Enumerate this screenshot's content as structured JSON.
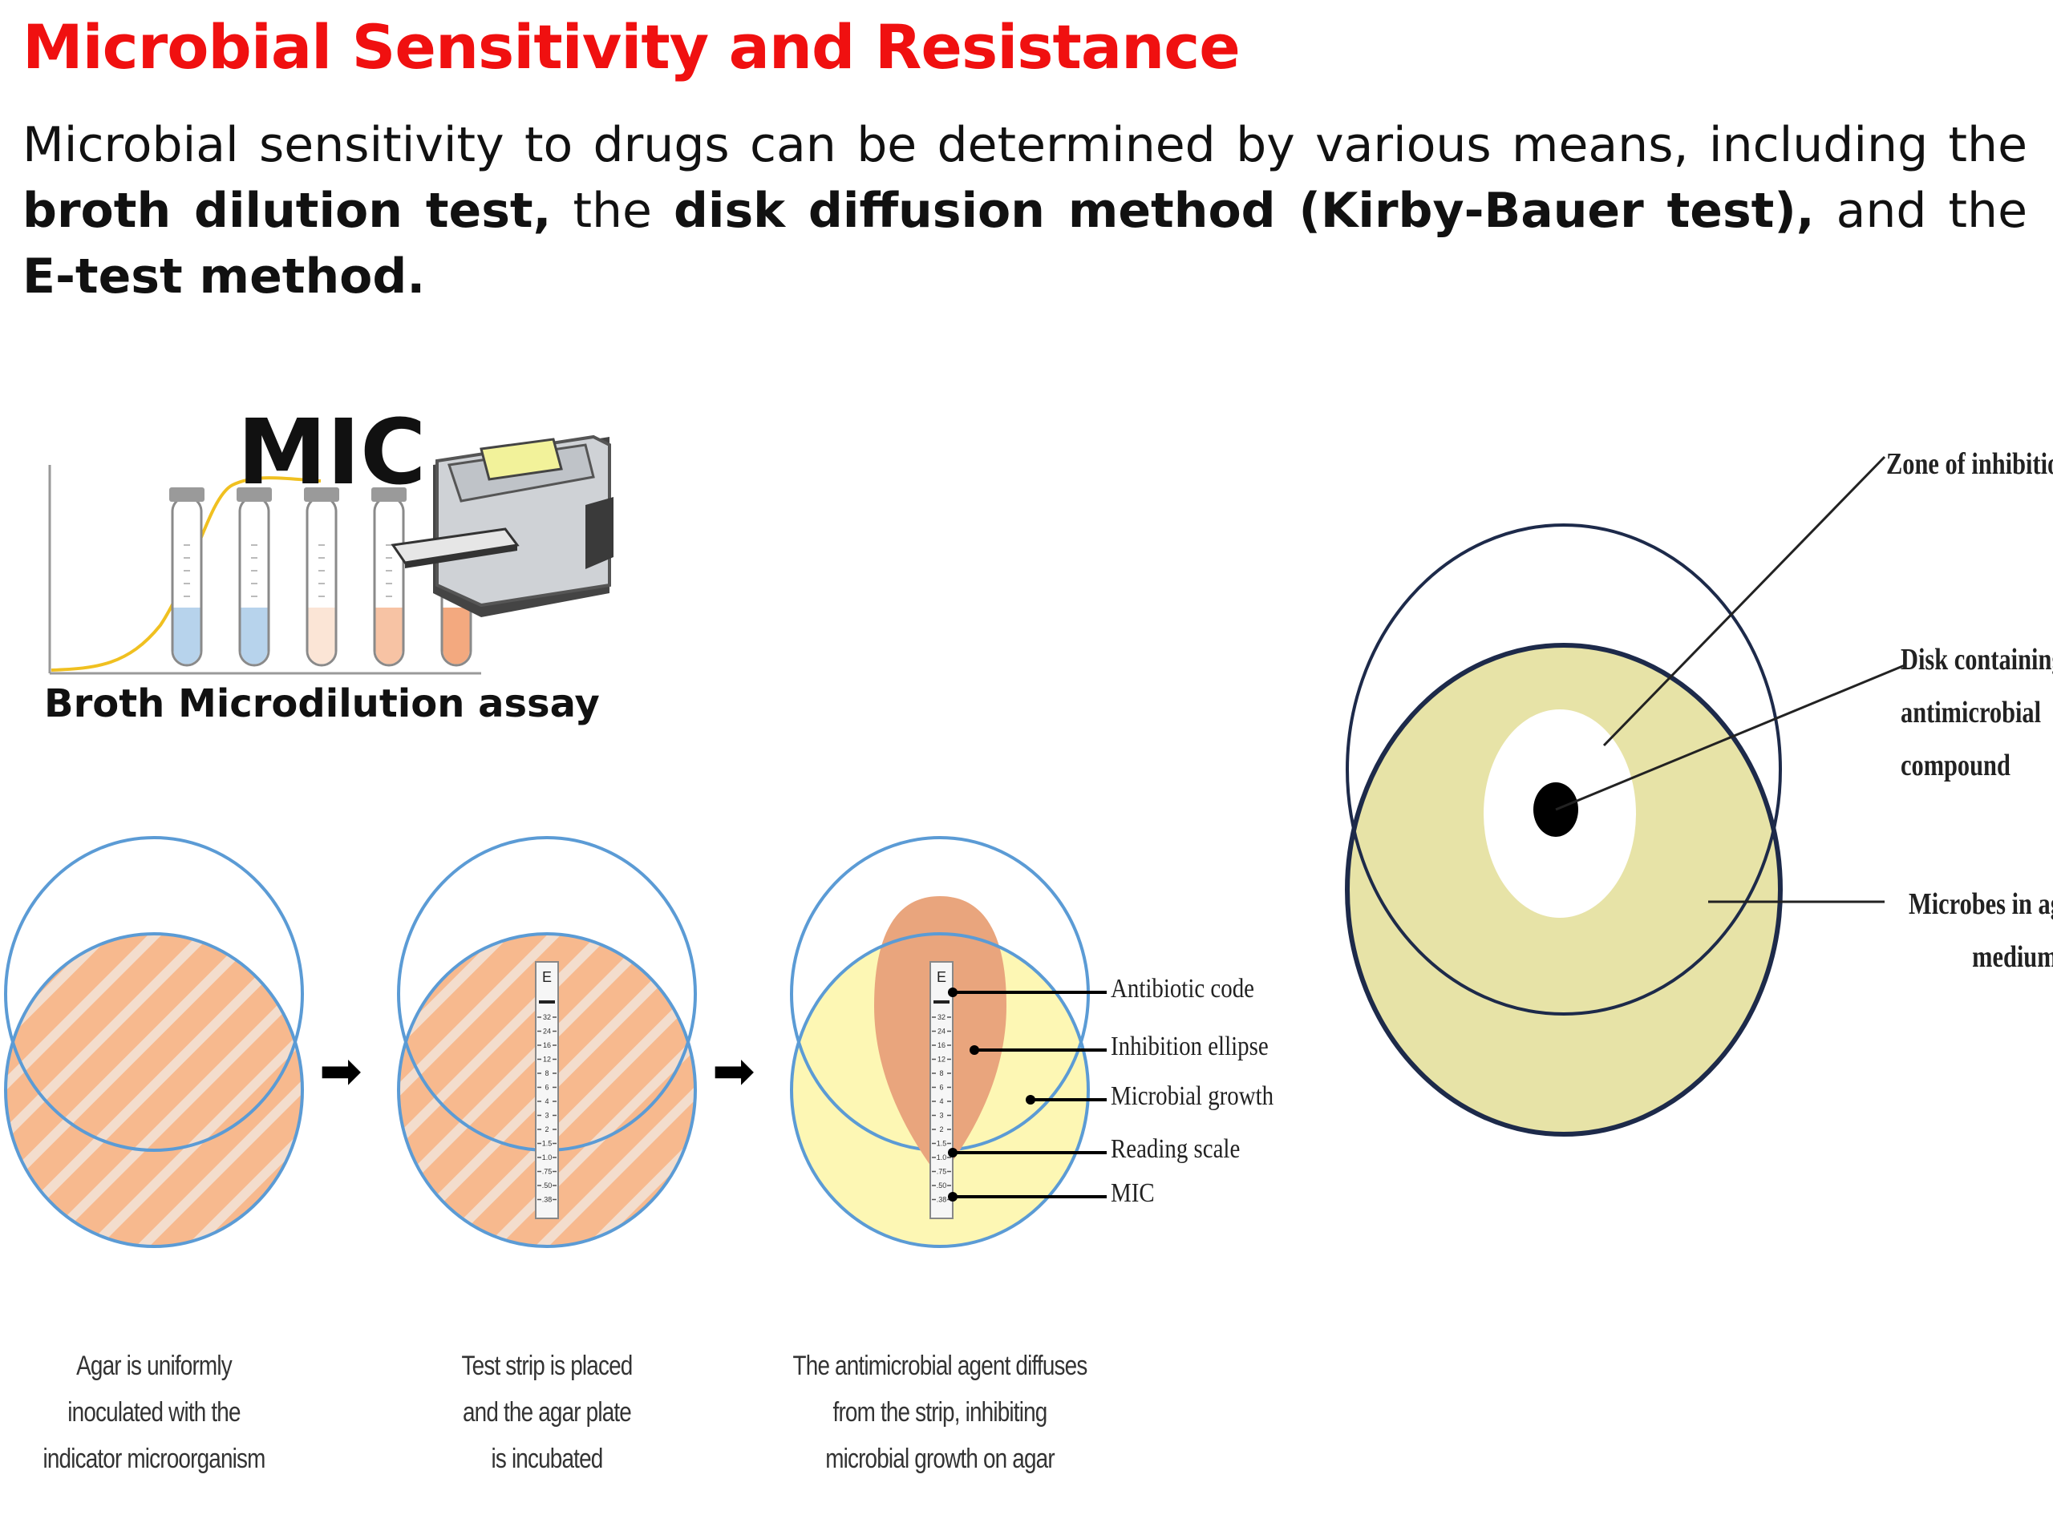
{
  "slide": {
    "title": "Microbial Sensitivity and Resistance",
    "intro": {
      "t1": "Microbial sensitivity to drugs can be determined by various means, including the ",
      "b1": "broth dilution test,",
      "t2": " the ",
      "b2": "disk diffusion method (Kirby-Bauer test),",
      "t3": " and the ",
      "b3": "E-test method."
    }
  },
  "broth_figure": {
    "heading": "MIC",
    "label": "Broth Microdilution assay",
    "tube_colors": [
      "#b7d3ec",
      "#b7d3ec",
      "#fbe5d6",
      "#f7c3a4",
      "#f3a97f"
    ],
    "curve_color": "#f0c020"
  },
  "etest_figure": {
    "arrow_glyph": "➡",
    "captions": [
      [
        "Agar is uniformly",
        "inoculated with the",
        "indicator microorganism"
      ],
      [
        "Test strip is placed",
        "and the agar plate",
        "is incubated"
      ],
      [
        "The antimicrobial agent diffuses",
        "from the strip, inhibiting",
        "microbial growth on agar"
      ]
    ],
    "strip_code": "E",
    "strip_scale": [
      "32",
      "24",
      "16",
      "12",
      "8",
      "6",
      "4",
      "3",
      "2",
      "1.5",
      "1.0",
      ".75",
      ".50",
      ".38"
    ],
    "labels": [
      "Antibiotic code",
      "Inhibition ellipse",
      "Microbial growth",
      "Reading scale",
      "MIC"
    ],
    "colors": {
      "agar": "#f7b98e",
      "rim": "#5b9bd5",
      "growth": "#fdf7b4",
      "ellipse": "#e9a57d"
    }
  },
  "kirby_bauer_figure": {
    "labels": {
      "zone": "Zone of inhibition",
      "disk": [
        "Disk containing",
        "antimicrobial",
        "compound"
      ],
      "microbes": [
        "Microbes in agar",
        "medium"
      ]
    },
    "colors": {
      "agar": "#e7e3a7",
      "outline": "#1d2a4a",
      "disk": "#000000"
    }
  }
}
